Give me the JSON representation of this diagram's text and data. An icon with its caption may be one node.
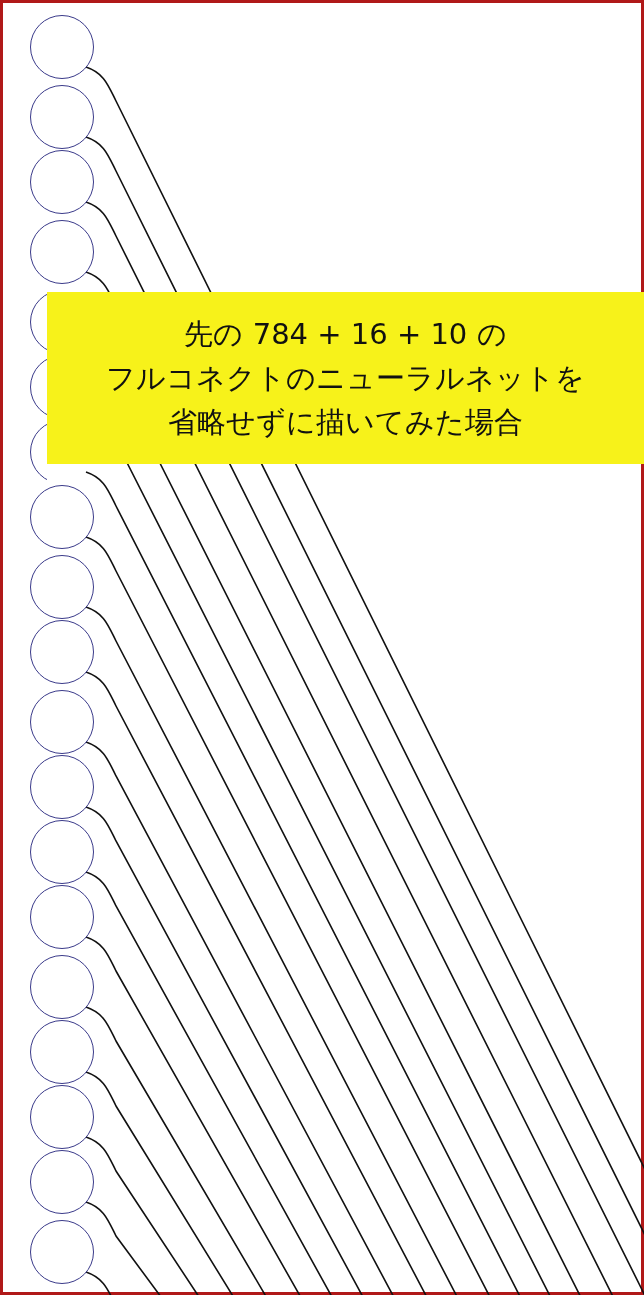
{
  "diagram": {
    "nodes": [
      {
        "text": [],
        "shape": "circle"
      },
      {
        "text": [],
        "shape": "circle"
      },
      {
        "text": [],
        "shape": "circle"
      },
      {
        "text": [],
        "shape": "circle"
      },
      {
        "text": [],
        "shape": "circle"
      },
      {
        "text": [],
        "shape": "circle"
      },
      {
        "text": [],
        "shape": "circle"
      },
      {
        "text": [],
        "shape": "circle"
      },
      {
        "text": [],
        "shape": "circle"
      },
      {
        "text": [],
        "shape": "circle"
      },
      {
        "text": [],
        "shape": "circle"
      },
      {
        "text": [],
        "shape": "circle"
      },
      {
        "text": [],
        "shape": "circle"
      },
      {
        "text": [],
        "shape": "circle"
      },
      {
        "text": [],
        "shape": "circle"
      },
      {
        "text": [],
        "shape": "circle"
      },
      {
        "text": [],
        "shape": "circle"
      },
      {
        "text": [],
        "shape": "circle"
      },
      {
        "text": [],
        "shape": "circle"
      },
      {
        "text": [
          "先の 784 + 16 + 10 の",
          "フルコネクトのニューラルネットを",
          "省略せずに描いてみた場合"
        ]
      }
    ],
    "edges": [
      {
        "from": 0,
        "to": null,
        "arrow": "none"
      },
      {
        "from": 1,
        "to": null,
        "arrow": "none"
      },
      {
        "from": 2,
        "to": null,
        "arrow": "none"
      },
      {
        "from": 3,
        "to": null,
        "arrow": "none"
      },
      {
        "from": 4,
        "to": null,
        "arrow": "none"
      },
      {
        "from": 5,
        "to": null,
        "arrow": "none"
      },
      {
        "from": 6,
        "to": null,
        "arrow": "none"
      },
      {
        "from": 7,
        "to": null,
        "arrow": "none"
      },
      {
        "from": 8,
        "to": null,
        "arrow": "none"
      },
      {
        "from": 9,
        "to": null,
        "arrow": "none"
      },
      {
        "from": 10,
        "to": null,
        "arrow": "none"
      },
      {
        "from": 11,
        "to": null,
        "arrow": "none"
      },
      {
        "from": 12,
        "to": null,
        "arrow": "none"
      },
      {
        "from": 13,
        "to": null,
        "arrow": "none"
      },
      {
        "from": 14,
        "to": null,
        "arrow": "none"
      },
      {
        "from": 15,
        "to": null,
        "arrow": "none"
      },
      {
        "from": 16,
        "to": null,
        "arrow": "none"
      },
      {
        "from": 17,
        "to": null,
        "arrow": "none"
      },
      {
        "from": 18,
        "to": null,
        "arrow": "none"
      }
    ]
  }
}
